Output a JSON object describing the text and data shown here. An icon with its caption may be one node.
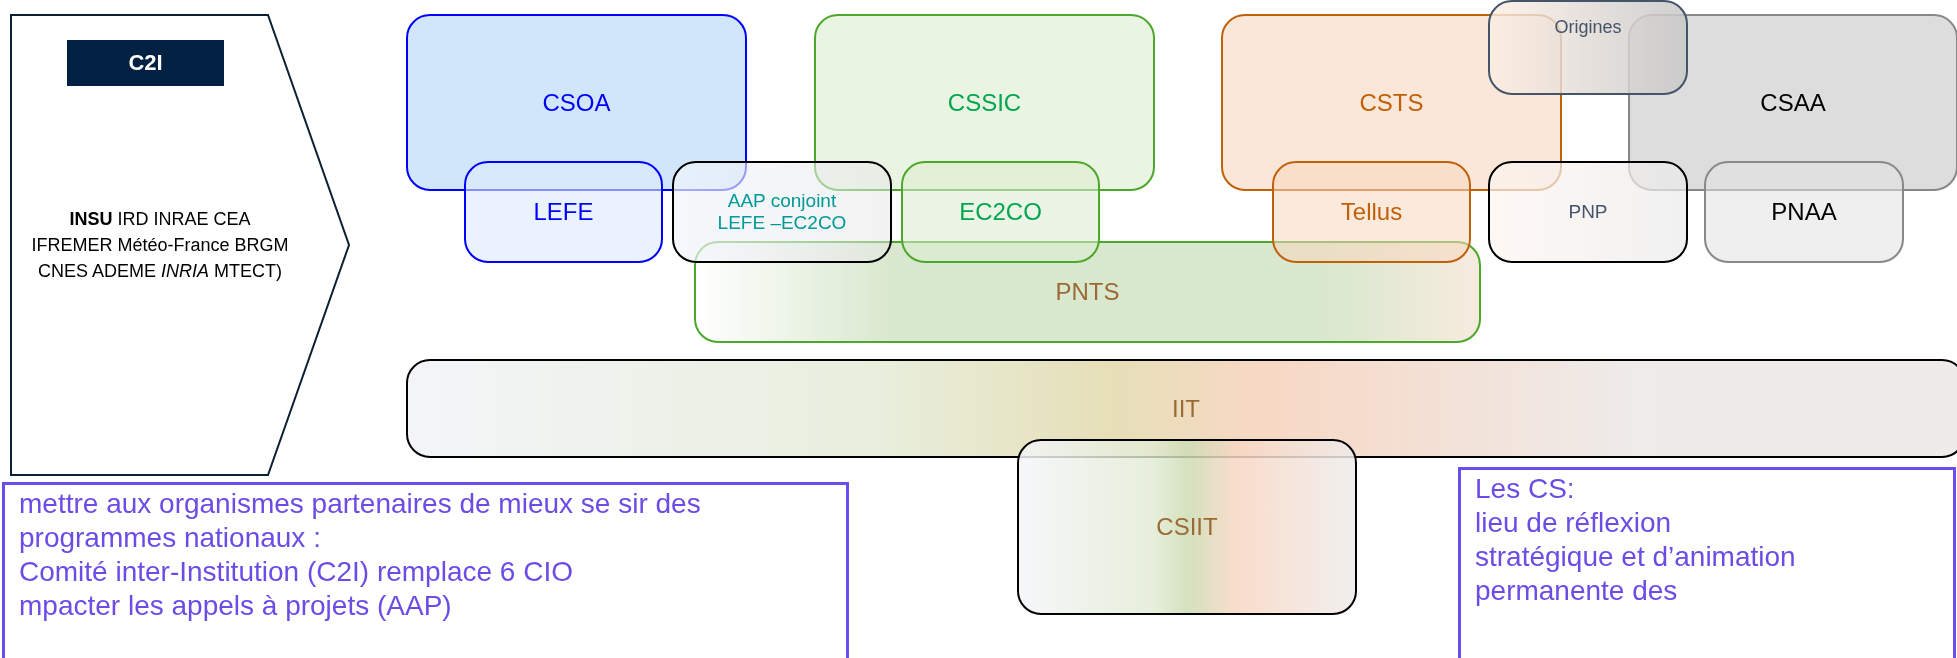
{
  "diagram": {
    "nodes": [
      {
        "text": [
          "C2I",
          "**INSU** IRD INRAE CEA IFREMER Météo-France BRGM CNES ADEME *INRIA* MTECT)"
        ]
      },
      {
        "text": [
          "CSOA"
        ]
      },
      {
        "text": [
          "CSSIC"
        ]
      },
      {
        "text": [
          "CSTS"
        ]
      },
      {
        "text": [
          "CSAA"
        ]
      },
      {
        "text": [
          "LEFE"
        ]
      },
      {
        "text": [
          "AAP conjoint LEFE –EC2CO"
        ]
      },
      {
        "text": [
          "EC2CO"
        ]
      },
      {
        "text": [
          "Tellus"
        ]
      },
      {
        "text": [
          "PNP"
        ]
      },
      {
        "text": [
          "PNAA"
        ]
      },
      {
        "text": [
          "PNTS"
        ]
      },
      {
        "text": [
          "Origines"
        ]
      },
      {
        "text": [
          "IIT"
        ]
      },
      {
        "text": [
          "CSIIT"
        ]
      },
      {
        "text": [
          "mettre aux organismes partenaires de mieux se sir des programmes nationaux :",
          "Comité inter-Institution (C2I) remplace 6 CIO",
          "mpacter les appels à projets (AAP)"
        ]
      },
      {
        "text": [
          "Les CS:",
          "lieu de réflexion stratégique et d’animation permanente des"
        ]
      }
    ]
  }
}
